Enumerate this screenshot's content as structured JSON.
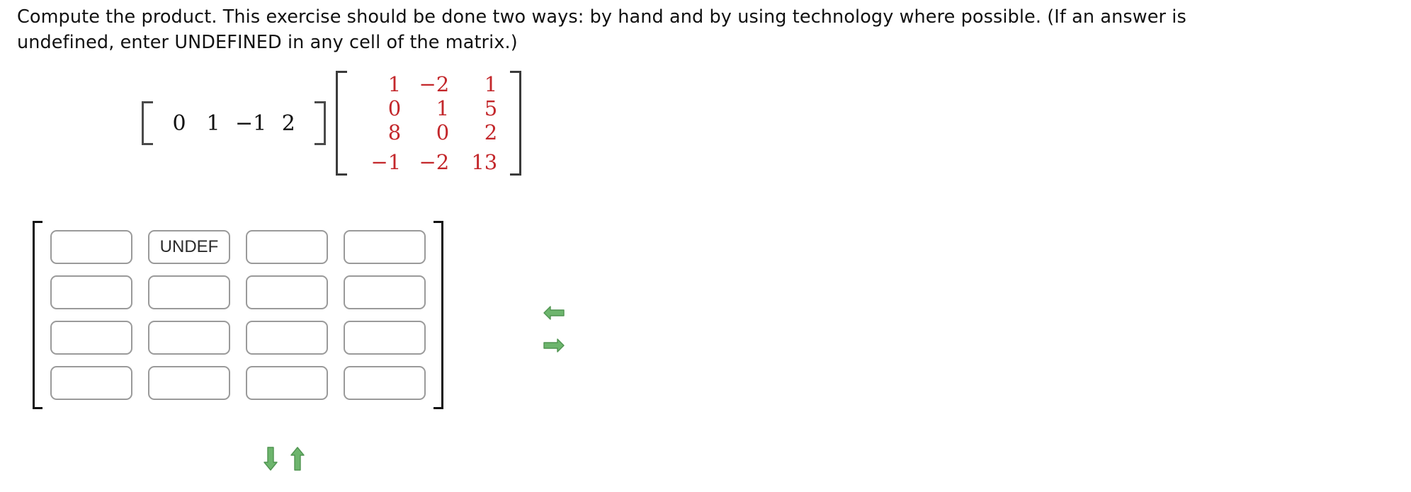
{
  "prompt": {
    "line1": "Compute the product. This exercise should be done two ways: by hand and by using technology where possible. (If an answer is",
    "line2": "undefined, enter UNDEFINED in any cell of the matrix.)"
  },
  "expression": {
    "row_vector": {
      "label": "row-vector-matrix",
      "color": "#111111",
      "values": [
        "0",
        "1",
        "−1",
        "2"
      ]
    },
    "red_matrix": {
      "label": "red-matrix",
      "color": "#c3272b",
      "rows": [
        [
          "1",
          "−2",
          "1"
        ],
        [
          "0",
          "1",
          "5"
        ],
        [
          "8",
          "0",
          "2"
        ],
        [
          "−1",
          "−2",
          "13"
        ]
      ]
    }
  },
  "answer_matrix": {
    "rows": 4,
    "cols": 4,
    "cells": [
      [
        "",
        "UNDEF",
        "",
        ""
      ],
      [
        "",
        "",
        "",
        ""
      ],
      [
        "",
        "",
        "",
        ""
      ],
      [
        "",
        "",
        "",
        ""
      ]
    ]
  },
  "controls": {
    "arrow_color": "#6db56d",
    "arrow_outline": "#4f9450",
    "left_arrow": "arrow-left-icon",
    "right_arrow": "arrow-right-icon",
    "down_arrow": "arrow-down-icon",
    "up_arrow": "arrow-up-icon"
  }
}
